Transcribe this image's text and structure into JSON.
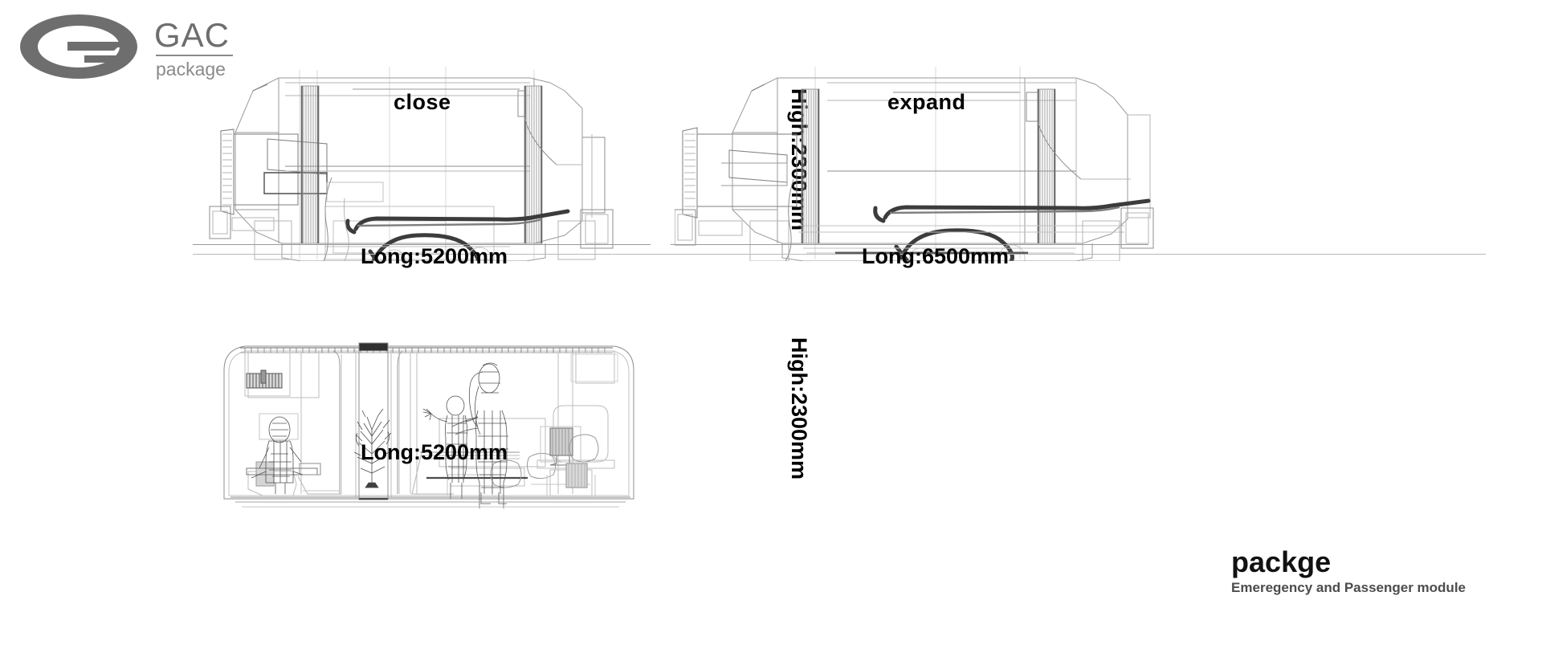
{
  "brand": {
    "logo_icon": "gac-g-ellipse-logo",
    "name": "GAC",
    "subtitle": "package",
    "logo_color": "#6e6e6e",
    "subtitle_color": "#8a8a8a"
  },
  "views": [
    {
      "id": "closed-side-view",
      "state_label": "close",
      "height_label": "High:2300mm",
      "length_label": "Long:5200mm",
      "drawing": "vehicle-side-elevation-closed"
    },
    {
      "id": "expanded-side-view",
      "state_label": "expand",
      "height_label": "",
      "length_label": "Long:6500mm",
      "drawing": "vehicle-side-elevation-expanded"
    },
    {
      "id": "interior-section-view",
      "state_label": "",
      "height_label": "High:2300mm",
      "length_label": "Long:5200mm",
      "drawing": "cabin-interior-section"
    }
  ],
  "caption": {
    "title": "packge",
    "subtitle": "Emeregency and Passenger module"
  },
  "palette": {
    "line_dark": "#3a3a3a",
    "line_mid": "#7d7d7d",
    "line_light": "#b5b5b5",
    "line_faint": "#d2d2d2",
    "figure": "#4a4a4a",
    "background": "#ffffff"
  }
}
